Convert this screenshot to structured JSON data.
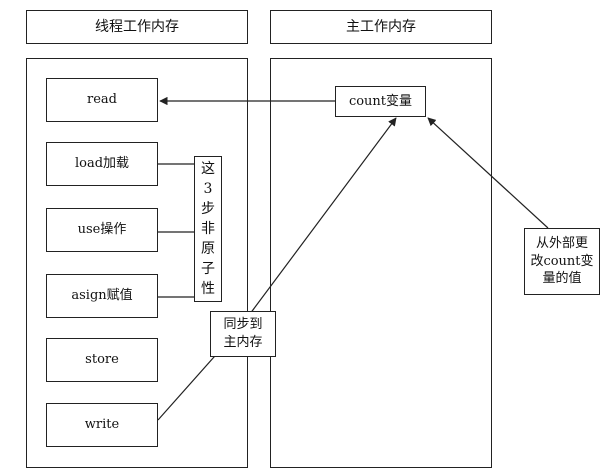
{
  "headers": {
    "thread_memory": "线程工作内存",
    "main_memory": "主工作内存"
  },
  "thread_steps": {
    "read": "read",
    "load": "load加载",
    "use": "use操作",
    "assign": "asign赋值",
    "store": "store",
    "write": "write"
  },
  "main_var": "count变量",
  "notes": {
    "non_atomic": [
      "这",
      "3",
      "步",
      "非",
      "原",
      "子",
      "性"
    ],
    "sync": [
      "同步到",
      "主内存"
    ],
    "external": [
      "从外部更",
      "改count变",
      "量的值"
    ]
  }
}
